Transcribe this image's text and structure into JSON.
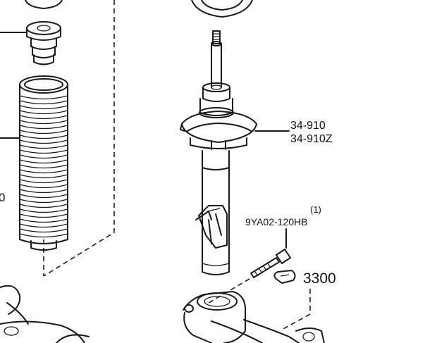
{
  "labels": {
    "strut_part_number": "34-910",
    "strut_part_number_alt": "34-910Z",
    "bolt_part_number": "9YA02-120HB",
    "bolt_quantity": "(1)",
    "knuckle_ref": "3300",
    "left_partial_number": "0"
  },
  "colors": {
    "line": "#1a1a1a",
    "background": "#ffffff"
  }
}
